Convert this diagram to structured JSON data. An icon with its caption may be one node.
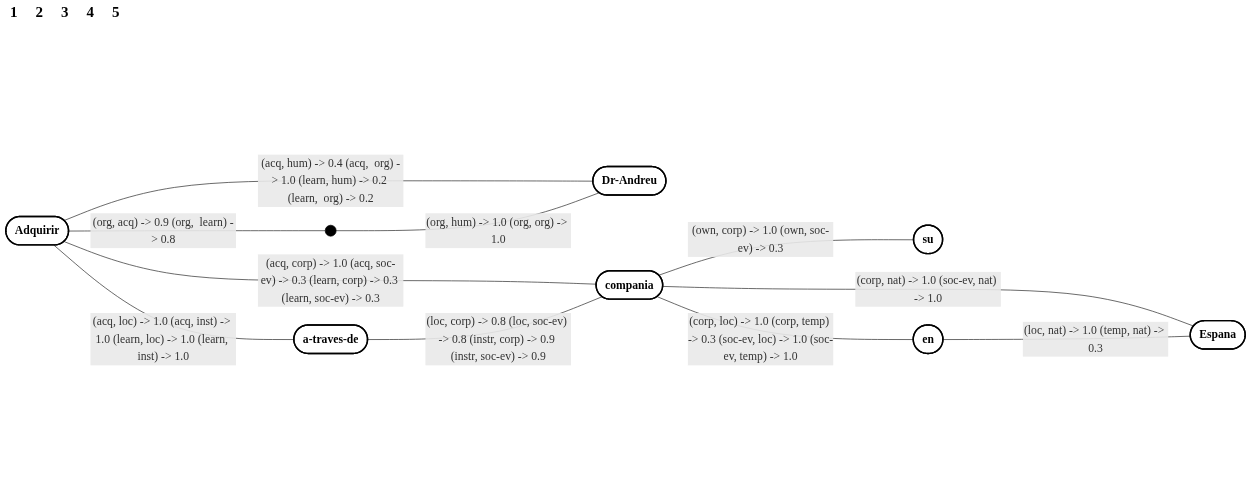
{
  "diagram": {
    "nodes": [
      {
        "text": [
          "Adquirir"
        ]
      },
      {
        "text": [],
        "shape": "circle"
      },
      {
        "text": [
          "Dr-Andreu"
        ]
      },
      {
        "text": [
          "a-traves-de"
        ]
      },
      {
        "text": [
          "compania"
        ]
      },
      {
        "text": [
          "su"
        ]
      },
      {
        "text": [
          "en"
        ]
      },
      {
        "text": [
          "Espana"
        ]
      }
    ],
    "edges": [
      {
        "from": 0,
        "to": 1,
        "arrow": "none",
        "label": "(org, acq) -> 0.9 (org,  learn) -> 0.8"
      },
      {
        "from": 0,
        "to": 2,
        "arrow": "none",
        "label": "(acq, hum) -> 0.4 (acq,  org) -> 1.0 (learn, hum) -> 0.2 (learn,  org) -> 0.2"
      },
      {
        "from": 1,
        "to": 2,
        "arrow": "none",
        "label": "(org, hum) -> 1.0 (org, org) -> 1.0"
      },
      {
        "from": 0,
        "to": 3,
        "arrow": "none",
        "label": "(acq, loc) -> 1.0 (acq, inst) -> 1.0 (learn, loc) -> 1.0 (learn, inst) -> 1.0"
      },
      {
        "from": 0,
        "to": 4,
        "arrow": "none",
        "label": "(acq, corp) -> 1.0 (acq, soc-ev) -> 0.3 (learn, corp) -> 0.3 (learn, soc-ev) -> 0.3"
      },
      {
        "from": 3,
        "to": 4,
        "arrow": "none",
        "label": "(loc, corp) -> 0.8 (loc, soc-ev) -> 0.8 (instr, corp) -> 0.9 (instr, soc-ev) -> 0.9"
      },
      {
        "from": 4,
        "to": 5,
        "arrow": "none",
        "label": "(own, corp) -> 1.0 (own, soc-ev) -> 0.3"
      },
      {
        "from": 4,
        "to": 6,
        "arrow": "none",
        "label": "(corp, loc) -> 1.0 (corp, temp) -> 0.3 (soc-ev, loc) -> 1.0 (soc-ev, temp) -> 1.0"
      },
      {
        "from": 4,
        "to": 7,
        "arrow": "none",
        "label": "(corp, nat) -> 1.0 (soc-ev, nat) -> 1.0"
      },
      {
        "from": 6,
        "to": 7,
        "arrow": "none",
        "label": "(loc, nat) -> 1.0 (temp, nat) -> 0.3"
      }
    ],
    "labels": [
      "1",
      "2",
      "3",
      "4",
      "5"
    ]
  }
}
